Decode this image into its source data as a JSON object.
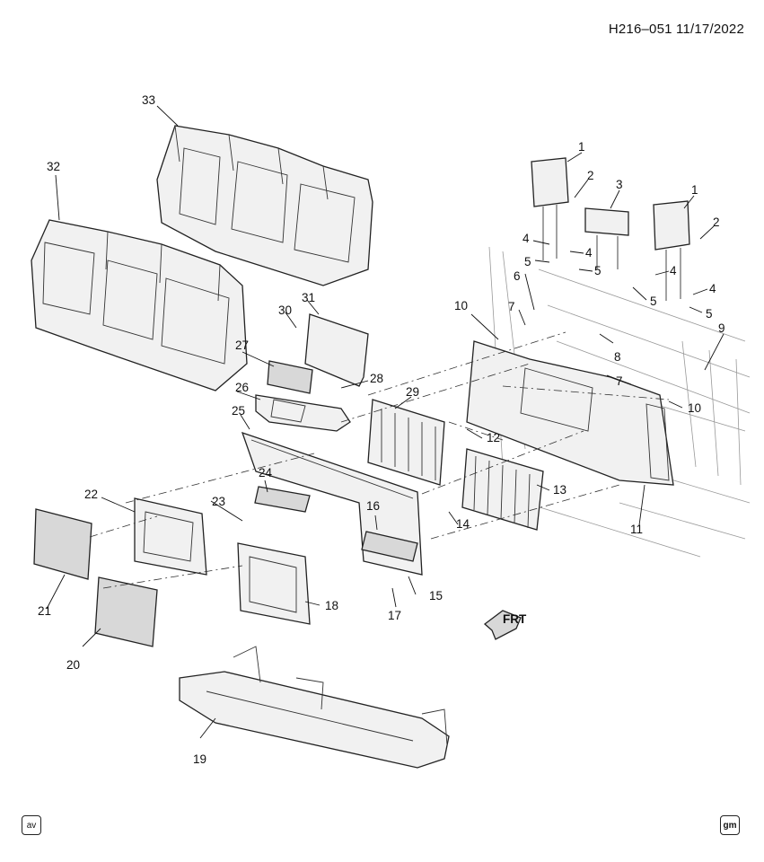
{
  "header": {
    "code": "H216–051 11/17/2022"
  },
  "logos": {
    "left": "av",
    "right": "gm"
  },
  "front_indicator": {
    "label": "FRT"
  },
  "callouts": {
    "c1a": "1",
    "c1b": "1",
    "c2a": "2",
    "c2b": "2",
    "c3": "3",
    "c4a": "4",
    "c4b": "4",
    "c4c": "4",
    "c4d": "4",
    "c5a": "5",
    "c5b": "5",
    "c5c": "5",
    "c5d": "5",
    "c6": "6",
    "c7a": "7",
    "c7b": "7",
    "c8": "8",
    "c9": "9",
    "c10a": "10",
    "c10b": "10",
    "c11": "11",
    "c12": "12",
    "c13": "13",
    "c14": "14",
    "c15": "15",
    "c16": "16",
    "c17": "17",
    "c18": "18",
    "c19": "19",
    "c20": "20",
    "c21": "21",
    "c22": "22",
    "c23": "23",
    "c24": "24",
    "c25": "25",
    "c26": "26",
    "c27": "27",
    "c28": "28",
    "c29": "29",
    "c30": "30",
    "c31": "31",
    "c32": "32",
    "c33": "33"
  }
}
